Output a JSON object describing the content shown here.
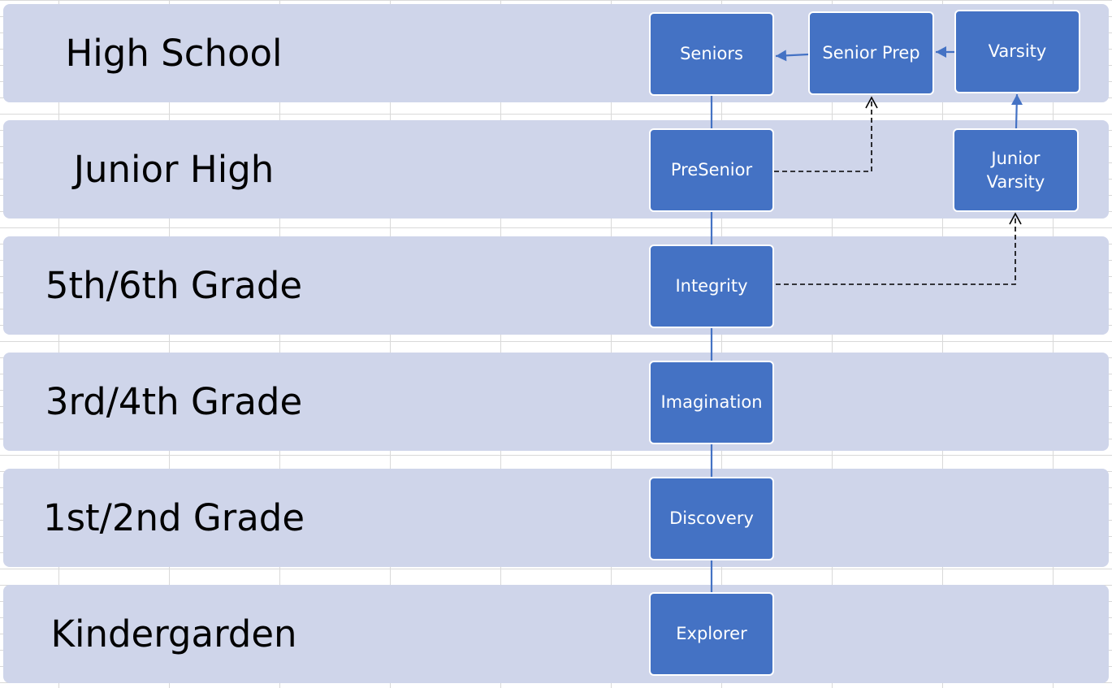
{
  "colors": {
    "band_fill": "#cfd5ea",
    "node_fill": "#4472c4",
    "node_border": "#ffffff",
    "node_text": "#ffffff",
    "connector_solid": "#4472c4",
    "connector_dashed": "#000000",
    "gridlines": "#d9d9d9"
  },
  "bands": [
    {
      "label": "High School"
    },
    {
      "label": "Junior High"
    },
    {
      "label": "5th/6th Grade"
    },
    {
      "label": "3rd/4th Grade"
    },
    {
      "label": "1st/2nd Grade"
    },
    {
      "label": "Kindergarden"
    }
  ],
  "nodes": {
    "seniors": {
      "label": "Seniors"
    },
    "senior_prep": {
      "label": "Senior Prep"
    },
    "varsity": {
      "label": "Varsity"
    },
    "presenior": {
      "label": "PreSenior"
    },
    "junior_varsity": {
      "label": "Junior\nVarsity"
    },
    "integrity": {
      "label": "Integrity"
    },
    "imagination": {
      "label": "Imagination"
    },
    "discovery": {
      "label": "Discovery"
    },
    "explorer": {
      "label": "Explorer"
    }
  },
  "connectors": [
    {
      "from": "explorer",
      "to": "discovery",
      "style": "solid",
      "arrow": false
    },
    {
      "from": "discovery",
      "to": "imagination",
      "style": "solid",
      "arrow": false
    },
    {
      "from": "imagination",
      "to": "integrity",
      "style": "solid",
      "arrow": false
    },
    {
      "from": "integrity",
      "to": "presenior",
      "style": "solid",
      "arrow": false
    },
    {
      "from": "presenior",
      "to": "seniors",
      "style": "solid",
      "arrow": false
    },
    {
      "from": "senior_prep",
      "to": "seniors",
      "style": "solid",
      "arrow": true
    },
    {
      "from": "varsity",
      "to": "senior_prep",
      "style": "solid",
      "arrow": true
    },
    {
      "from": "junior_varsity",
      "to": "varsity",
      "style": "solid",
      "arrow": true
    },
    {
      "from": "presenior",
      "to": "senior_prep",
      "style": "dashed",
      "arrow": true
    },
    {
      "from": "integrity",
      "to": "junior_varsity",
      "style": "dashed",
      "arrow": true
    }
  ]
}
